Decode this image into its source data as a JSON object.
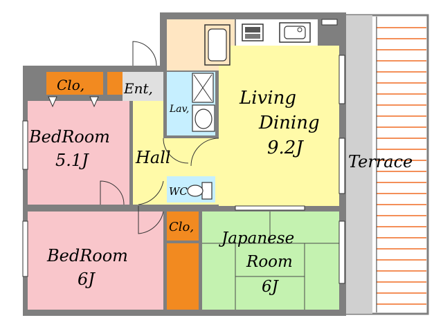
{
  "rooms": {
    "bedroom1": {
      "name": "BedRoom",
      "size": "5.1J"
    },
    "bedroom2": {
      "name": "BedRoom",
      "size": "6J"
    },
    "living": {
      "name1": "Living",
      "name2": "Dining",
      "size": "9.2J"
    },
    "japanese": {
      "name1": "Japanese",
      "name2": "Room",
      "size": "6J"
    },
    "hall": {
      "name": "Hall"
    },
    "entrance": {
      "name": "Ent,"
    },
    "closet1": {
      "name": "Clo,"
    },
    "closet2": {
      "name": "Clo,"
    },
    "lavatory": {
      "name": "Lav,"
    },
    "wc": {
      "name": "WC"
    },
    "terrace": {
      "name": "Terrace"
    }
  },
  "colors": {
    "wall": "#7f7f7f",
    "bedroom": "#f9c6cb",
    "living": "#fffaa8",
    "japanese": "#c4f2b0",
    "closet": "#f28a20",
    "wet": "#c6efff",
    "kitchen": "#ffe6c2",
    "terrace": "#ffffff",
    "terrace_lines": "#f06a20"
  }
}
